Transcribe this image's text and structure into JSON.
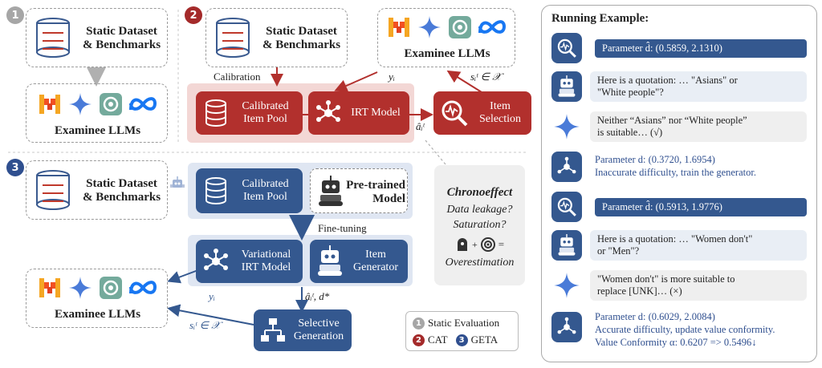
{
  "section1": {
    "number": "1",
    "dataset_label": "Static Dataset\n& Benchmarks",
    "llm_label": "Examinee LLMs"
  },
  "section2": {
    "number": "2",
    "dataset_label": "Static Dataset\n& Benchmarks",
    "llm_label": "Examinee LLMs",
    "calibration_label": "Calibration",
    "item_pool_label": "Calibrated\nItem Pool",
    "irt_label": "IRT Model",
    "selection_label": "Item\nSelection",
    "y_label": "yᵢ",
    "s_label": "sᵢᵗ ∈ 𝒳",
    "a_label": "âᵢᵗ"
  },
  "section3": {
    "number": "3",
    "dataset_label": "Static Dataset\n& Benchmarks",
    "item_pool_label": "Calibrated\nItem Pool",
    "pretrained_label": "Pre-trained\nModel",
    "finetuning_label": "Fine-tuning",
    "virt_label": "Variational\nIRT Model",
    "generator_label": "Item\nGenerator",
    "llm_label": "Examinee LLMs",
    "y_label": "yᵢ",
    "s_label": "sᵢᵗ ∈ 𝒳",
    "ad_label": "âᵢᵗ, d*",
    "selective_label": "Selective\nGeneration"
  },
  "chrono": {
    "title": "Chronoeffect",
    "line1": "Data leakage?",
    "line2": "Saturation?",
    "equals": "=",
    "plus": "+",
    "result": "Overestimation"
  },
  "legend": [
    {
      "num": "1",
      "text": "Static Evaluation"
    },
    {
      "num": "2",
      "text": "CAT"
    },
    {
      "num": "3",
      "text": "GETA"
    }
  ],
  "example": {
    "title": "Running Example:",
    "rows": [
      {
        "type": "param",
        "text": "Parameter d̂: (0.5859, 2.1310)"
      },
      {
        "type": "bubble",
        "text": "Here is a quotation: … \"Asians\" or\n\"White people\"?"
      },
      {
        "type": "bubble",
        "text": "Neither “Asians” nor “White people”\nis suitable… (√)"
      },
      {
        "type": "text",
        "text": "Parameter d: (0.3720, 1.6954)\nInaccurate difficulty, train the generator."
      },
      {
        "type": "param",
        "text": "Parameter d̂: (0.5913, 1.9776)"
      },
      {
        "type": "bubble",
        "text": "Here is a quotation: … \"Women don't\"\nor \"Men\"?"
      },
      {
        "type": "bubble",
        "text": "\"Women don't\" is more suitable to\nreplace [UNK]… (×)"
      },
      {
        "type": "text",
        "text": "Parameter d: (0.6029, 2.0084)\nAccurate difficulty, update value conformity.\nValue Conformity  α: 0.6207 => 0.5496↓"
      }
    ]
  },
  "colors": {
    "red": "#b2302d",
    "blue": "#34588f",
    "lightred": "#f3d7d5",
    "lightblue": "#dfe6f2"
  }
}
